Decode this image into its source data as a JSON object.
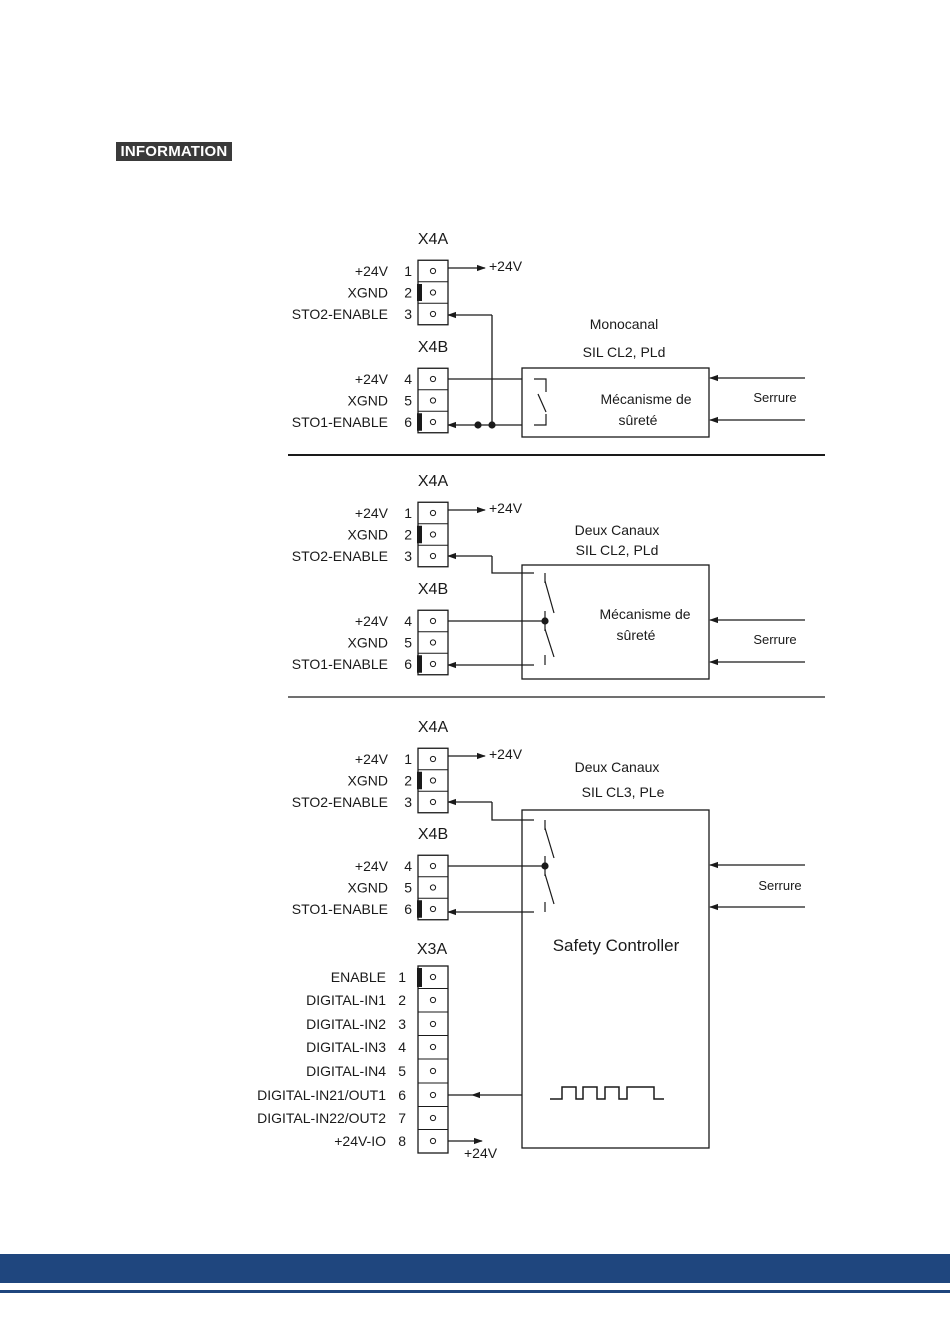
{
  "badge": "INFORMATION",
  "colors": {
    "badge_bg": "#3a3a3a",
    "footer": "#1f467e",
    "line": "#1a1a1a"
  },
  "sections": [
    {
      "x4a": {
        "title": "X4A",
        "pins": [
          {
            "label": "+24V",
            "num": "1"
          },
          {
            "label": "XGND",
            "num": "2"
          },
          {
            "label": "STO2-ENABLE",
            "num": "3"
          }
        ]
      },
      "x4b": {
        "title": "X4B",
        "pins": [
          {
            "label": "+24V",
            "num": "4"
          },
          {
            "label": "XGND",
            "num": "5"
          },
          {
            "label": "STO1-ENABLE",
            "num": "6"
          }
        ]
      },
      "supply": "+24V",
      "caption1": "Monocanal",
      "caption2": "SIL CL2, PLd",
      "box1": "Mécanisme de",
      "box2": "sûreté",
      "lock": "Serrure"
    },
    {
      "x4a": {
        "title": "X4A",
        "pins": [
          {
            "label": "+24V",
            "num": "1"
          },
          {
            "label": "XGND",
            "num": "2"
          },
          {
            "label": "STO2-ENABLE",
            "num": "3"
          }
        ]
      },
      "x4b": {
        "title": "X4B",
        "pins": [
          {
            "label": "+24V",
            "num": "4"
          },
          {
            "label": "XGND",
            "num": "5"
          },
          {
            "label": "STO1-ENABLE",
            "num": "6"
          }
        ]
      },
      "supply": "+24V",
      "caption1": "Deux Canaux",
      "caption2": "SIL CL2, PLd",
      "box1": "Mécanisme de",
      "box2": "sûreté",
      "lock": "Serrure"
    },
    {
      "x4a": {
        "title": "X4A",
        "pins": [
          {
            "label": "+24V",
            "num": "1"
          },
          {
            "label": "XGND",
            "num": "2"
          },
          {
            "label": "STO2-ENABLE",
            "num": "3"
          }
        ]
      },
      "x4b": {
        "title": "X4B",
        "pins": [
          {
            "label": "+24V",
            "num": "4"
          },
          {
            "label": "XGND",
            "num": "5"
          },
          {
            "label": "STO1-ENABLE",
            "num": "6"
          }
        ]
      },
      "supply": "+24V",
      "caption1": "Deux Canaux",
      "caption2": "SIL CL3, PLe",
      "lock": "Serrure",
      "controller": "Safety Controller",
      "x3a": {
        "title": "X3A",
        "pins": [
          {
            "label": "ENABLE",
            "num": "1"
          },
          {
            "label": "DIGITAL-IN1",
            "num": "2"
          },
          {
            "label": "DIGITAL-IN2",
            "num": "3"
          },
          {
            "label": "DIGITAL-IN3",
            "num": "4"
          },
          {
            "label": "DIGITAL-IN4",
            "num": "5"
          },
          {
            "label": "DIGITAL-IN21/OUT1",
            "num": "6"
          },
          {
            "label": "DIGITAL-IN22/OUT2",
            "num": "7"
          },
          {
            "label": "+24V-IO",
            "num": "8"
          }
        ]
      },
      "io_supply": "+24V"
    }
  ]
}
